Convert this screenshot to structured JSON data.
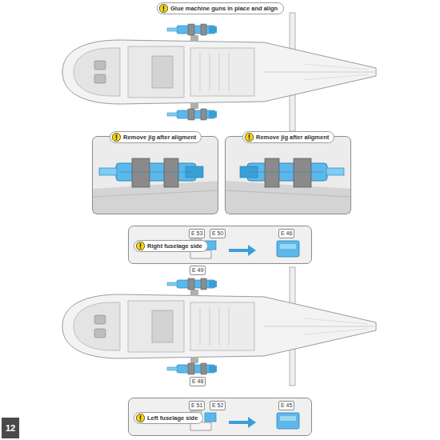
{
  "diagram": {
    "nodes": [
      {
        "text": [
          "Glue machine guns in place and align"
        ]
      },
      {
        "text": [
          "Remove jig after aligment"
        ]
      },
      {
        "text": [
          "Remove jig after aligment"
        ]
      },
      {
        "text": [
          "Right fuselage side"
        ]
      },
      {
        "text": [
          "Left fuselage side"
        ]
      }
    ],
    "labels": [
      "E 53",
      "E 50",
      "E 46",
      "E 49",
      "E 48",
      "E 51",
      "E 52",
      "E 45",
      "12"
    ]
  }
}
